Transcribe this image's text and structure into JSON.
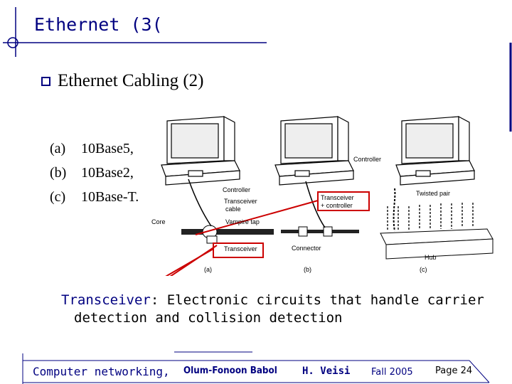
{
  "slide": {
    "title": "Ethernet (3(",
    "subtitle": "Ethernet Cabling (2)",
    "list": [
      {
        "label": "(a)",
        "text": "10Base5,"
      },
      {
        "label": "(b)",
        "text": "10Base2,"
      },
      {
        "label": "(c)",
        "text": "10Base-T."
      }
    ],
    "description": {
      "term": "Transceiver",
      "line1_rest": ": Electronic circuits that handle carrier",
      "line2": "detection and collision detection"
    }
  },
  "diagram": {
    "labels": {
      "controller_a": "Controller",
      "transceiver_cable": "Transceiver",
      "transceiver_cable2": "cable",
      "core": "Core",
      "vampire_tap": "Vampire tap",
      "transceiver": "Transceiver",
      "transceiver_controller": "Transceiver",
      "transceiver_controller2": "+ controller",
      "connector": "Connector",
      "controller_c": "Controller",
      "twisted_pair": "Twisted pair",
      "hub": "Hub",
      "a": "(a)",
      "b": "(b)",
      "c": "(c)"
    }
  },
  "footer": {
    "course": "Computer networking,",
    "author": "Olum-Fonoon Babol",
    "instructor": "H. Veisi",
    "term": "Fall 2005",
    "page": "Page 24"
  },
  "colors": {
    "accent": "#000080",
    "highlight": "#cc0000"
  }
}
